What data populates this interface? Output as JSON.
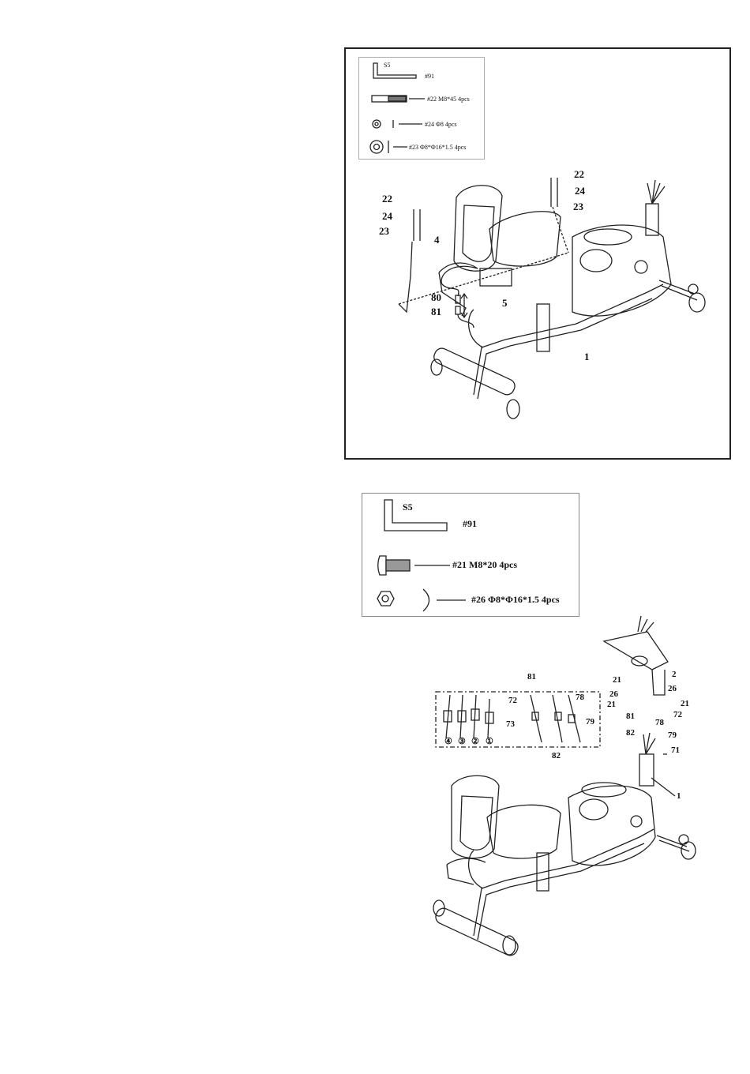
{
  "step1": {
    "hardware": [
      {
        "text": "S5"
      },
      {
        "text": "#91"
      },
      {
        "text": "#22 M8*45 4pcs"
      },
      {
        "text": "#24 Φ8 4pcs"
      },
      {
        "text": "#23 Φ8*Φ16*1.5 4pcs"
      }
    ],
    "callouts": [
      "22",
      "24",
      "23",
      "22",
      "24",
      "23",
      "4",
      "80",
      "81",
      "5",
      "1"
    ]
  },
  "step2": {
    "hardware": [
      {
        "text": "S5"
      },
      {
        "text": "#91"
      },
      {
        "text": "#21 M8*20 4pcs"
      },
      {
        "text": "#26 Φ8*Φ16*1.5 4pcs"
      }
    ],
    "inset_callouts": [
      "81",
      "78",
      "72",
      "73",
      "79",
      "82",
      "④",
      "③",
      "②",
      "①"
    ],
    "callouts": [
      "2",
      "21",
      "26",
      "26",
      "21",
      "21",
      "81",
      "78",
      "72",
      "82",
      "79",
      "71",
      "1"
    ]
  }
}
